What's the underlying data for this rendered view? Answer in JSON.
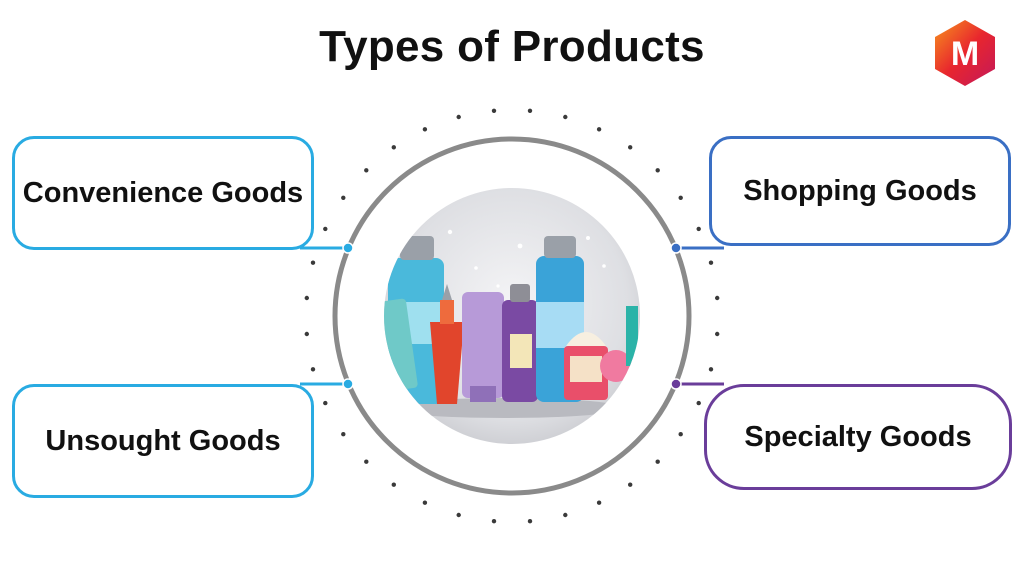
{
  "title": "Types of Products",
  "logo": {
    "letter": "M",
    "colors": [
      "#e8262e",
      "#c2185b",
      "#f7941d"
    ]
  },
  "categories": [
    {
      "label": "Convenience Goods",
      "color": "#29abe2"
    },
    {
      "label": "Shopping Goods",
      "color": "#3a6fc4"
    },
    {
      "label": "Unsought Goods",
      "color": "#29abe2"
    },
    {
      "label": "Specialty Goods",
      "color": "#6a3d9a"
    }
  ],
  "center_image": {
    "icon": "product-bottles-icon"
  }
}
